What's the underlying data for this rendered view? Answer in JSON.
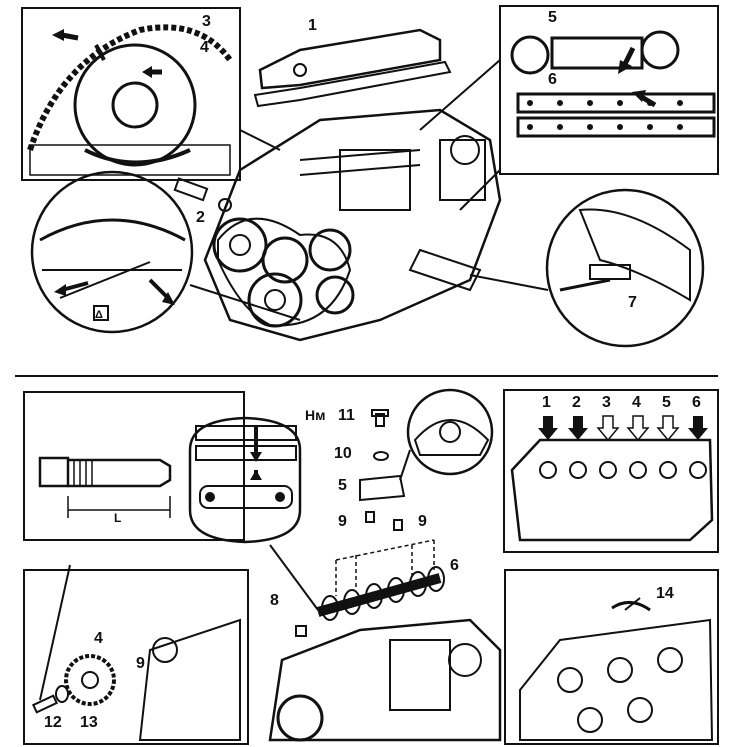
{
  "top_labels": {
    "l1": "1",
    "l2": "2",
    "l3": "3",
    "l4": "4",
    "l5": "5",
    "l6": "6",
    "l7": "7",
    "triangle_mark": "Δ"
  },
  "bottom_labels": {
    "nm": "Нм",
    "l11": "11",
    "l10": "10",
    "l5": "5",
    "l9a": "9",
    "l9b": "9",
    "l6": "6",
    "l8": "8",
    "l4": "4",
    "l9c": "9",
    "l12": "12",
    "l13": "13",
    "l14": "14",
    "dim_L": "L",
    "cyl1": "1",
    "cyl2": "2",
    "cyl3": "3",
    "cyl4": "4",
    "cyl5": "5",
    "cyl6": "6"
  }
}
